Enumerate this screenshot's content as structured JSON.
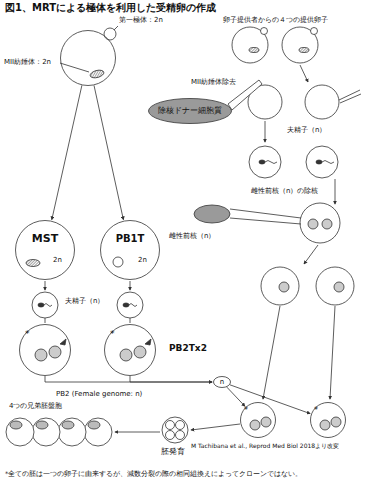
{
  "diagram": {
    "title": "図1、MRTによる極体を利用した受精卵の作成",
    "caption": "*全ての胚は一つの卵子に由来するが、減数分裂の際の相同組換えによってクローンではない。",
    "nodes": [
      {
        "text": [
          "第一極体：2n",
          "MII紡錘体：2n"
        ]
      },
      {
        "text": [
          "除核ドナー細胞質"
        ]
      },
      {
        "text": [
          "MST",
          "2n"
        ]
      },
      {
        "text": [
          "PB1T",
          "2n"
        ]
      },
      {
        "text": [
          "*"
        ]
      },
      {
        "text": [
          "*"
        ]
      },
      {
        "text": [
          "n"
        ]
      },
      {
        "text": [
          "*"
        ]
      },
      {
        "text": [
          "*"
        ]
      }
    ],
    "edges": [
      {
        "from": 0,
        "to": 2,
        "arrow": "to"
      },
      {
        "from": 0,
        "to": 3,
        "arrow": "to"
      },
      {
        "from": 4,
        "to": 6,
        "arrow": "to"
      },
      {
        "from": 5,
        "to": 6,
        "arrow": "to"
      },
      {
        "from": 6,
        "to": 7,
        "arrow": "to"
      },
      {
        "from": 6,
        "to": 8,
        "arrow": "to"
      }
    ],
    "labels": [
      "卵子提供者からの４つの提供卵子",
      "MII紡錘体除去",
      "夫精子（n）",
      "雌性前核（n）の除核",
      "雌性前核（n）",
      "夫精子（n）",
      "PB2Tx2",
      "PB2 (Female genome: n)",
      "4つの兄弟胚盤胞",
      "M Tachibana et al., Reprod Med Biol 2018より改変",
      "胚発育"
    ]
  }
}
